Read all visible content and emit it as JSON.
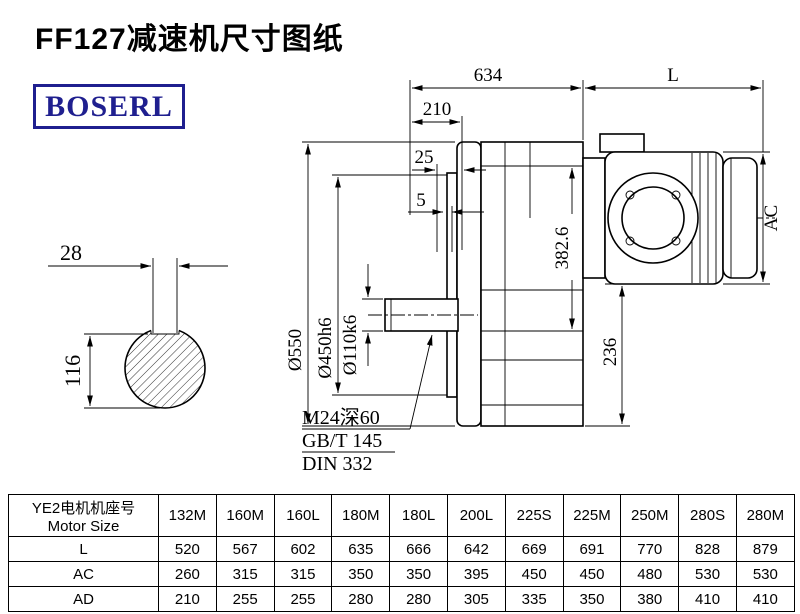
{
  "page": {
    "title": "FF127减速机尺寸图纸",
    "logo": "BOSERL"
  },
  "drawing": {
    "dims": {
      "overall_length": "634",
      "motor_length": "L",
      "dim_210": "210",
      "dim_25": "25",
      "dim_5": "5",
      "motor_ac": "AC",
      "flange_od": "Ø550",
      "spigot_dia": "Ø450h6",
      "shaft_dia": "Ø110k6",
      "dim_382_6": "382.6",
      "dim_236": "236",
      "key_width": "28",
      "key_height": "116"
    },
    "notes": {
      "tap": "M24深60",
      "std1": "GB/T 145",
      "std2": "DIN 332"
    }
  },
  "table": {
    "header_cn": "YE2电机机座号",
    "header_en": "Motor Size",
    "columns": [
      "132M",
      "160M",
      "160L",
      "180M",
      "180L",
      "200L",
      "225S",
      "225M",
      "250M",
      "280S",
      "280M"
    ],
    "rows": [
      {
        "label": "L",
        "values": [
          520,
          567,
          602,
          635,
          666,
          642,
          669,
          691,
          770,
          828,
          879
        ]
      },
      {
        "label": "AC",
        "values": [
          260,
          315,
          315,
          350,
          350,
          395,
          450,
          450,
          480,
          530,
          530
        ]
      },
      {
        "label": "AD",
        "values": [
          210,
          255,
          255,
          280,
          280,
          305,
          335,
          350,
          380,
          410,
          410
        ]
      }
    ]
  }
}
